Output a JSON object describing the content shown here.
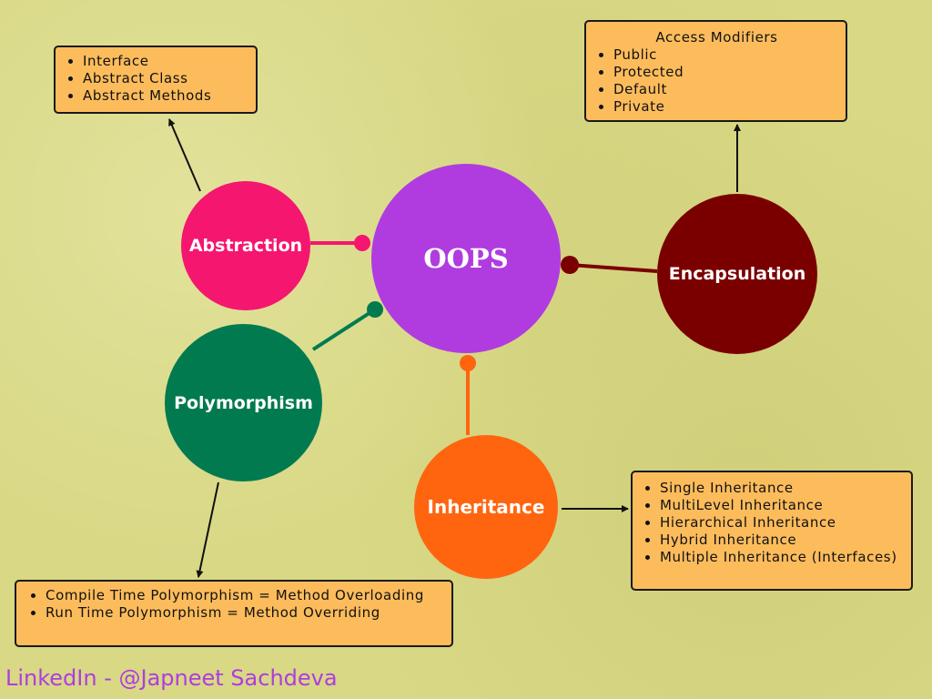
{
  "center": {
    "label": "OOPS",
    "color": "#b03ce0"
  },
  "pillars": {
    "abstraction": {
      "label": "Abstraction",
      "color": "#f5166f",
      "details": [
        "Interface",
        "Abstract Class",
        "Abstract Methods"
      ]
    },
    "encapsulation": {
      "label": "Encapsulation",
      "color": "#7a0000",
      "details_title": "Access Modifiers",
      "details": [
        "Public",
        "Protected",
        "Default",
        "Private"
      ]
    },
    "polymorphism": {
      "label": "Polymorphism",
      "color": "#027a50",
      "details": [
        "Compile Time Polymorphism = Method Overloading",
        "Run Time Polymorphism = Method Overriding"
      ]
    },
    "inheritance": {
      "label": "Inheritance",
      "color": "#ff650f",
      "details": [
        "Single Inheritance",
        "MultiLevel Inheritance",
        "Hierarchical Inheritance",
        "Hybrid Inheritance",
        "Multiple Inheritance (Interfaces)"
      ]
    }
  },
  "detail_box_color": "#fdbc5c",
  "credit": "LinkedIn - @Japneet Sachdeva"
}
